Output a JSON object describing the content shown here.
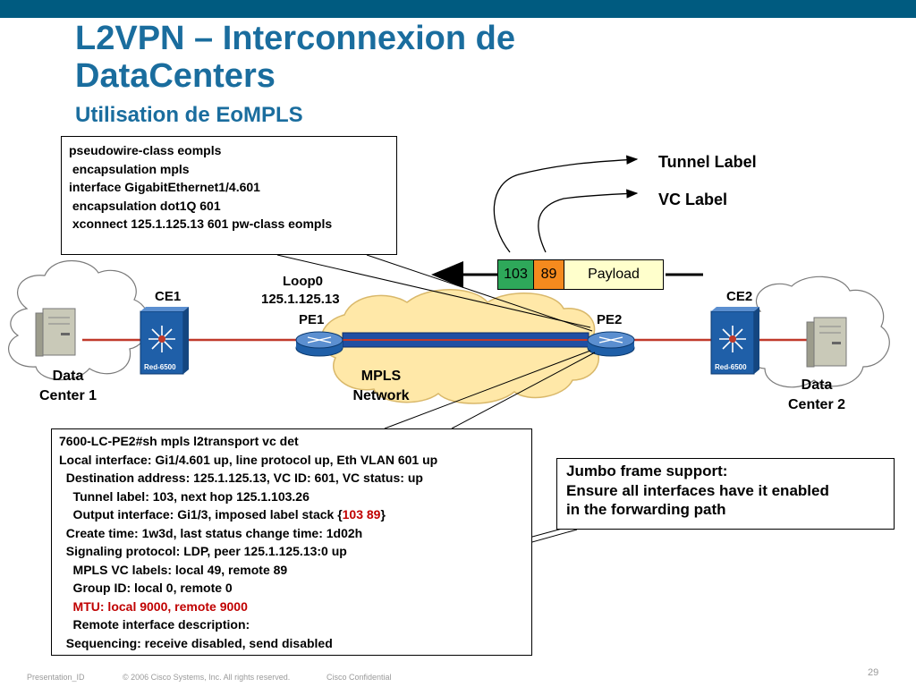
{
  "title": {
    "line1": "L2VPN – Interconnexion de",
    "line2": "DataCenters",
    "subtitle": "Utilisation de EoMPLS"
  },
  "config_box": {
    "lines": [
      "pseudowire-class eompls",
      " encapsulation mpls",
      "",
      "interface GigabitEthernet1/4.601",
      " encapsulation dot1Q 601",
      " xconnect 125.1.125.13 601 pw-class eompls"
    ]
  },
  "labels": {
    "tunnel_label": "Tunnel Label",
    "vc_label": "VC Label",
    "loop0": "Loop0",
    "loop0_ip": "125.1.125.13",
    "pe1": "PE1",
    "pe2": "PE2",
    "ce1": "CE1",
    "ce2": "CE2",
    "mpls_line1": "MPLS",
    "mpls_line2": "Network",
    "dc1_line1": "Data",
    "dc1_line2": "Center 1",
    "dc2_line1": "Data",
    "dc2_line2": "Center 2",
    "switch_label_1": "Red-6500",
    "switch_label_2": "Red-6500"
  },
  "label_stack": {
    "tunnel": "103",
    "vc": "89",
    "payload": "Payload"
  },
  "show_output": {
    "line1": "7600-LC-PE2#sh mpls l2transport vc det",
    "line2": "Local interface: Gi1/4.601 up, line protocol up, Eth VLAN 601 up",
    "line3": "  Destination address: 125.1.125.13, VC ID: 601, VC status: up",
    "line4": "    Tunnel label: 103, next hop 125.1.103.26",
    "line5_pre": "    Output interface: Gi1/3, imposed label stack {",
    "line5_red": "103 89",
    "line5_post": "}",
    "line6": "  Create time: 1w3d, last status change time: 1d02h",
    "line7": "  Signaling protocol: LDP, peer 125.1.125.13:0 up",
    "line8": "    MPLS VC labels: local 49, remote 89",
    "line9": "    Group ID: local 0, remote 0",
    "line10": "    MTU: local 9000, remote 9000",
    "line11": "    Remote interface description:",
    "line12": "  Sequencing: receive disabled, send disabled"
  },
  "jumbo_box": {
    "line1": "Jumbo frame support:",
    "line2": "Ensure all interfaces have it enabled",
    "line3": "in the forwarding path"
  },
  "footer": {
    "presentation_id": "Presentation_ID",
    "copyright": "© 2006 Cisco Systems, Inc. All rights reserved.",
    "confidential": "Cisco Confidential",
    "page_number": "29"
  },
  "colors": {
    "title": "#1a6d9e",
    "top_bar": "#005b80",
    "tunnel_label_bg": "#2ea85a",
    "vc_label_bg": "#f58a1e",
    "payload_bg": "#ffffcc",
    "link_red": "#c0392b",
    "pseudowire_blue": "#1f4fa3",
    "cloud_fill": "#ffe8a8",
    "switch_blue": "#1f5fa8",
    "highlight_red": "#c00000"
  }
}
